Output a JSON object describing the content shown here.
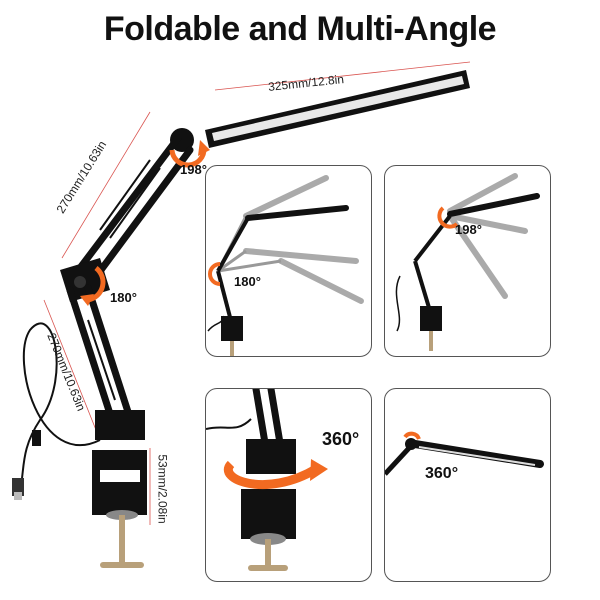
{
  "title": "Foldable and Multi-Angle",
  "dimensions": {
    "bar_length": "325mm/12.8in",
    "upper_arm": "270mm/10.63in",
    "lower_arm": "270mm/10.63in",
    "clamp": "53mm/2.08in"
  },
  "angles": {
    "head_joint": "198°",
    "elbow_joint": "180°",
    "panel1": "180°",
    "panel2": "198°",
    "panel3": "360°",
    "panel4": "360°"
  },
  "colors": {
    "accent": "#f26a21",
    "lamp_body": "#111111",
    "dim_line": "#d9534f"
  }
}
